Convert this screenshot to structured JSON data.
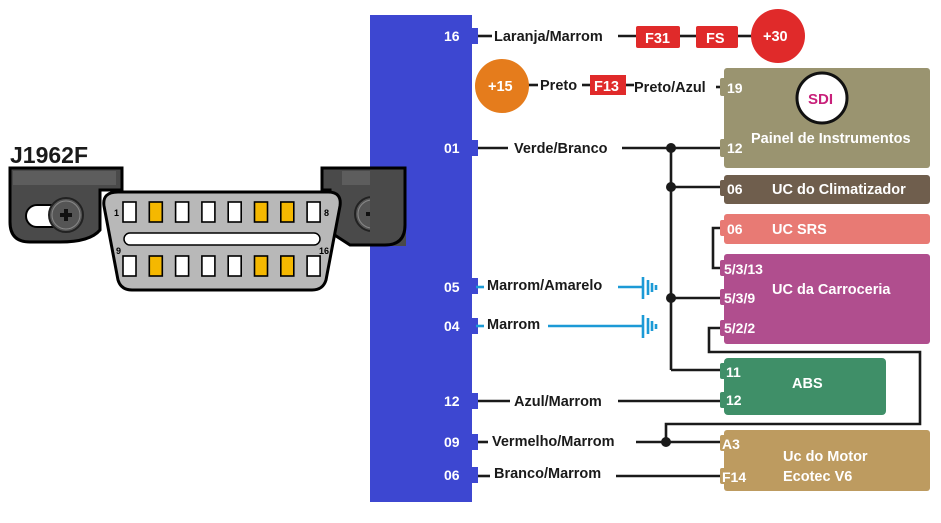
{
  "connector": {
    "title": "J1962F",
    "pin_first_top": "1",
    "pin_last_top": "8",
    "pin_first_bottom": "9",
    "pin_last_bottom": "16",
    "active_pins_top": [
      2,
      6,
      7
    ],
    "active_pins_bottom": [
      10,
      14,
      15
    ],
    "colors": {
      "active": "#f5b800",
      "body": "#b8b8b8",
      "flange": "#4a4a4a"
    }
  },
  "bus_bar": {
    "color": "#3d47d1"
  },
  "pins": {
    "p16": "16",
    "p01": "01",
    "p05": "05",
    "p04": "04",
    "p12": "12",
    "p09": "09",
    "p06": "06"
  },
  "wires": {
    "w16": "Laranja/Marrom",
    "w01": "Verde/Branco",
    "w05": "Marrom/Amarelo",
    "w04": "Marrom",
    "w12": "Azul/Marrom",
    "w09": "Vermelho/Marrom",
    "w06": "Branco/Marrom",
    "preto": "Preto",
    "preto_azul": "Preto/Azul"
  },
  "fuses": {
    "f31": "F31",
    "fs": "FS",
    "f13": "F13",
    "color": "#e02a2a"
  },
  "power": {
    "p30": {
      "label": "+30",
      "color": "#e02a2a"
    },
    "p15": {
      "label": "+15",
      "color": "#e57c1c"
    }
  },
  "modules": {
    "painel": {
      "name": "Painel de Instrumentos",
      "badge": "SDI",
      "pins": [
        "19",
        "12"
      ],
      "color": "#9a9470",
      "badge_color": "#c8207a"
    },
    "clima": {
      "name": "UC do Climatizador",
      "pins": [
        "06"
      ],
      "color": "#6f5e4d"
    },
    "srs": {
      "name": "UC SRS",
      "pins": [
        "06"
      ],
      "color": "#e87a74"
    },
    "carroceria": {
      "name": "UC da Carroceria",
      "pins": [
        "5/3/13",
        "5/3/9",
        "5/2/2"
      ],
      "color": "#b04e8e"
    },
    "abs": {
      "name": "ABS",
      "pins": [
        "11",
        "12"
      ],
      "color": "#3f8f68"
    },
    "motor": {
      "name_line1": "Uc do Motor",
      "name_line2": "Ecotec V6",
      "pins": [
        "A3",
        "F14"
      ],
      "color": "#bd9b60"
    }
  }
}
